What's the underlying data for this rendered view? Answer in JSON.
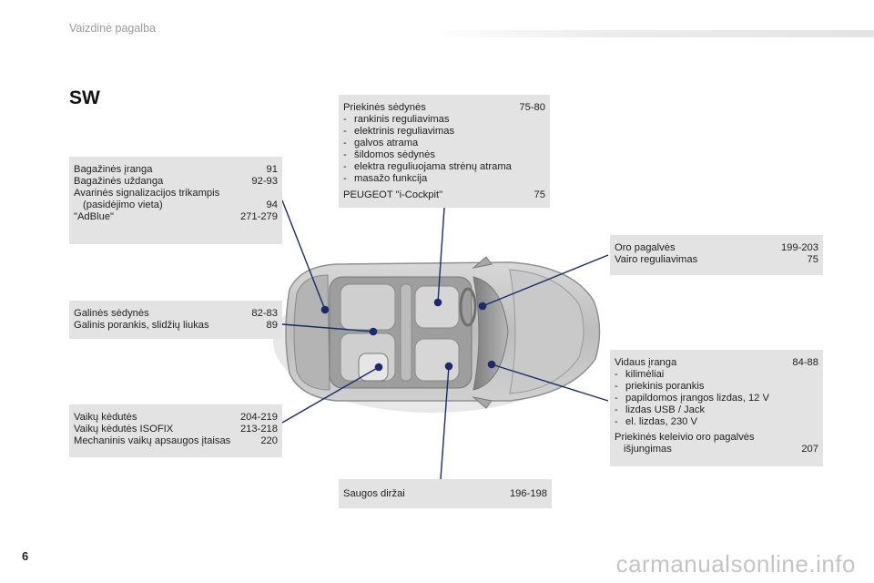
{
  "header": {
    "title": "Vaizdinė pagalba"
  },
  "section_title": "SW",
  "page_number": "6",
  "watermark": "carmanualsonline.info",
  "colors": {
    "box_bg": "#e3e3e3",
    "leader_line": "#1a2a6b"
  },
  "boxes": {
    "trunk": {
      "rows": [
        {
          "label": "Bagažinės įranga",
          "page": "91"
        },
        {
          "label": "Bagažinės uždanga",
          "page": "92-93"
        },
        {
          "label": "Avarinės signalizacijos trikampis",
          "page": ""
        },
        {
          "label": "(pasidėjimo vieta)",
          "page": "94"
        },
        {
          "label": "\"AdBlue\"",
          "page": "271-279"
        }
      ]
    },
    "rear_seats": {
      "rows": [
        {
          "label": "Galinės sėdynės",
          "page": "82-83"
        },
        {
          "label": "Galinis porankis, slidžių liukas",
          "page": "89"
        }
      ]
    },
    "child_seats": {
      "rows": [
        {
          "label": "Vaikų kėdutės",
          "page": "204-219"
        },
        {
          "label": "Vaikų kėdutės ISOFIX",
          "page": "213-218"
        },
        {
          "label": "Mechaninis vaikų apsaugos įtaisas",
          "page": "220"
        }
      ]
    },
    "front_seats": {
      "title": "Priekinės sėdynės",
      "title_page": "75-80",
      "items": [
        "rankinis reguliavimas",
        "elektrinis reguliavimas",
        "galvos atrama",
        "šildomos sėdynės",
        "elektra reguliuojama strėnų atrama",
        "masažo funkcija"
      ],
      "footer": {
        "label": "PEUGEOT \"i-Cockpit\"",
        "page": "75"
      }
    },
    "airbags": {
      "rows": [
        {
          "label": "Oro pagalvės",
          "page": "199-203"
        },
        {
          "label": "Vairo reguliavimas",
          "page": "75"
        }
      ]
    },
    "interior": {
      "title": "Vidaus įranga",
      "title_page": "84-88",
      "items": [
        "kilimėliai",
        "priekinis porankis",
        "papildomos įrangos lizdas, 12 V",
        "lizdas USB / Jack",
        "el. lizdas, 230 V"
      ],
      "footer1": "Priekinės keleivio oro pagalvės",
      "footer2": {
        "label": "išjungimas",
        "page": "207"
      }
    },
    "seatbelts": {
      "rows": [
        {
          "label": "Saugos diržai",
          "page": "196-198"
        }
      ]
    }
  },
  "dash": "-"
}
